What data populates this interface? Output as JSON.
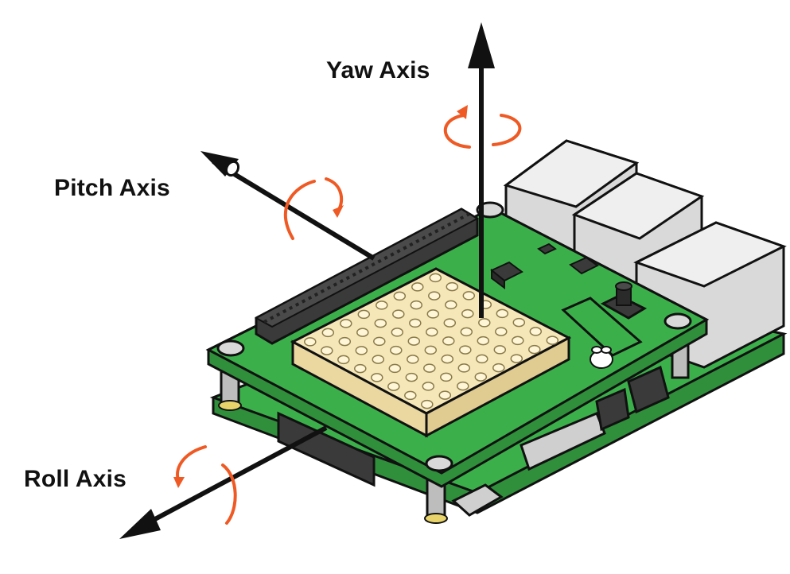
{
  "labels": {
    "yaw": "Yaw Axis",
    "pitch": "Pitch Axis",
    "roll": "Roll Axis"
  },
  "colors": {
    "board_green": "#3bb04a",
    "board_edge": "#2f8f3b",
    "led_matrix": "#f6e7b8",
    "rotation_arrow": "#ef5a24",
    "axis_line": "#111111",
    "header_dark": "#3a3a3a",
    "usb_gray": "#d9d9d9"
  },
  "icons": [
    "rotation-arrow-icon",
    "raspberry-logo-icon",
    "joystick-icon"
  ],
  "led_grid": {
    "rows": 8,
    "cols": 8
  }
}
